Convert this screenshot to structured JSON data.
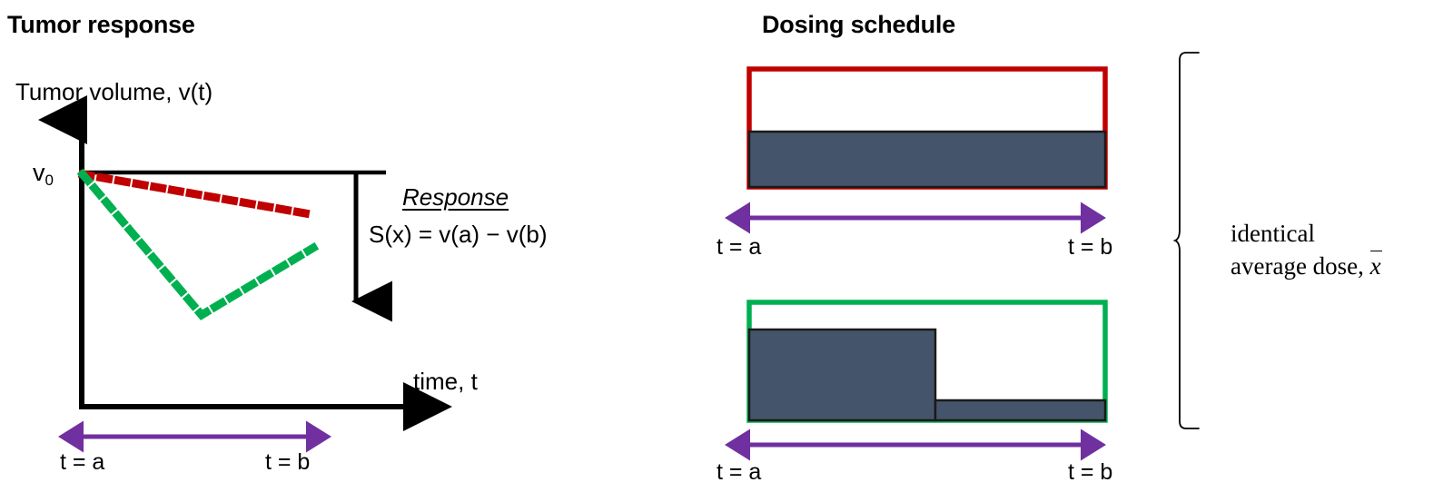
{
  "left_panel": {
    "title": "Tumor response",
    "y_axis_label": "Tumor volume, v(t)",
    "x_axis_label": "time, t",
    "baseline_label": "v",
    "baseline_sub": "0",
    "response_heading": "Response",
    "response_equation": "S(x)  = v(a) − v(b)",
    "interval_start_label": "t = a",
    "interval_end_label": "t = b"
  },
  "right_panel": {
    "title": "Dosing schedule",
    "schedule_a": {
      "border_color": "#C00000",
      "fill_color": "#44546A",
      "interval_start_label": "t = a",
      "interval_end_label": "t = b"
    },
    "schedule_b": {
      "border_color": "#00B050",
      "fill_color": "#44546A",
      "interval_start_label": "t = a",
      "interval_end_label": "t = b"
    },
    "brace_note_line1": "identical",
    "brace_note_line2_prefix": "average dose, ",
    "brace_note_symbol": "x"
  },
  "colors": {
    "red": "#C00000",
    "green": "#00B050",
    "purple": "#7030A0",
    "slate": "#44546A",
    "black": "#000000"
  },
  "chart_data": {
    "type": "line",
    "title": "Tumor response",
    "xlabel": "time, t",
    "ylabel": "Tumor volume, v(t)",
    "grid": false,
    "legend": "none",
    "annotations": [
      "v0 baseline",
      "Response S(x) = v(a) - v(b)",
      "t = a",
      "t = b"
    ],
    "series": [
      {
        "name": "red-dotted-response",
        "color": "#C00000",
        "style": "dotted",
        "points": [
          [
            0,
            100
          ],
          [
            100,
            78
          ]
        ]
      },
      {
        "name": "green-dotted-response",
        "color": "#00B050",
        "style": "dotted",
        "points": [
          [
            0,
            100
          ],
          [
            44,
            41
          ],
          [
            84,
            65
          ]
        ]
      }
    ],
    "dosing": {
      "type": "bar",
      "schedules": [
        {
          "name": "constant-dose",
          "border_color": "#C00000",
          "fill_color": "#44546A",
          "bars": [
            {
              "x_start": 0,
              "x_end": 100,
              "height": 47
            }
          ]
        },
        {
          "name": "front-loaded-dose",
          "border_color": "#00B050",
          "fill_color": "#44546A",
          "bars": [
            {
              "x_start": 0,
              "x_end": 53,
              "height": 77
            },
            {
              "x_start": 53,
              "x_end": 100,
              "height": 17
            }
          ]
        }
      ],
      "note": "identical average dose"
    }
  }
}
